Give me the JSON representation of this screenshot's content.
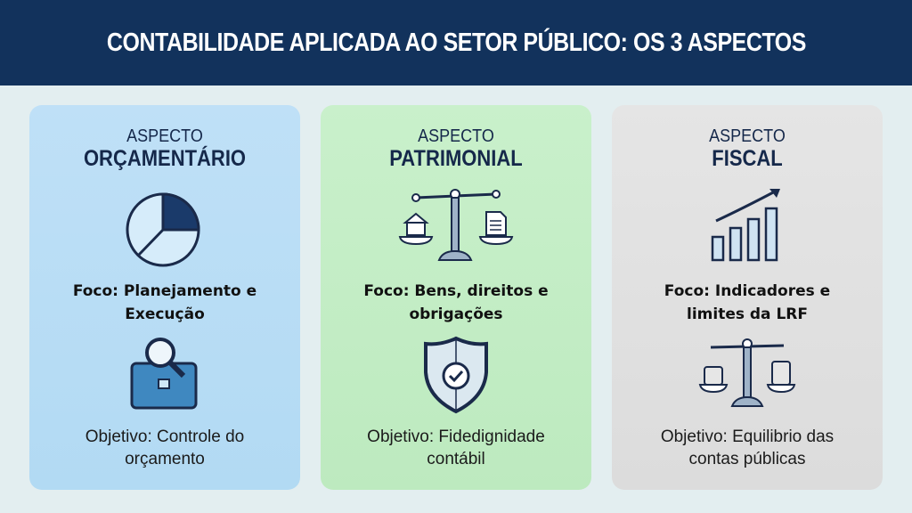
{
  "header": {
    "title": "CONTABILIDADE APLICADA AO SETOR PÚBLICO: OS 3 ASPECTOS"
  },
  "cards": [
    {
      "kicker": "ASPECTO",
      "title": "ORÇAMENTÁRIO",
      "focus": "Foco:  Planejamento e Execução",
      "objective": "Objetivo: Controle do orçamento",
      "icons": [
        "pie-chart-icon",
        "briefcase-magnifier-icon"
      ]
    },
    {
      "kicker": "ASPECTO",
      "title": "PATRIMONIAL",
      "focus": "Foco:  Bens, direitos e obrigações",
      "objective": "Objetivo: Fidedignidade contábil",
      "icons": [
        "balance-scale-icon",
        "shield-check-icon"
      ]
    },
    {
      "kicker": "ASPECTO",
      "title": "FISCAL",
      "focus": "Foco:  Indicadores e limites da LRF",
      "objective": "Objetivo: Equilibrio das contas públicas",
      "icons": [
        "bar-chart-up-icon",
        "scale-coins-icon"
      ]
    }
  ],
  "colors": {
    "header": "#12325c",
    "blue_card": "#bfe0f7",
    "green_card": "#c9f0cb",
    "gray_card": "#e2e2e2",
    "icon_stroke": "#1a2a4a"
  }
}
